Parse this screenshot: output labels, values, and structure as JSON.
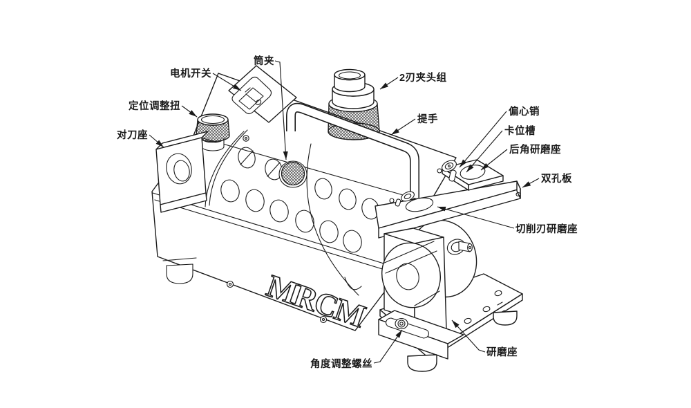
{
  "figure": {
    "type": "technical-diagram",
    "subject": "drill-bit-grinder-machine",
    "background_color": "#ffffff",
    "line_color": "#1a1a1a",
    "brand": "MRCM",
    "labels": {
      "collet": "筒夹",
      "motor_switch": "电机开关",
      "positioning_knob": "定位调整扭",
      "tool_setting_seat": "对刀座",
      "two_flute_chuck": "2刃夹头组",
      "handle": "提手",
      "eccentric_pin": "偏心销",
      "locating_slot": "卡位槽",
      "relief_angle_grinding_seat": "后角研磨座",
      "double_hole_plate": "双孔板",
      "cutting_edge_grinding_seat": "切削刃研磨座",
      "grinding_seat": "研磨座",
      "angle_adjust_screw": "角度调整螺丝"
    }
  }
}
